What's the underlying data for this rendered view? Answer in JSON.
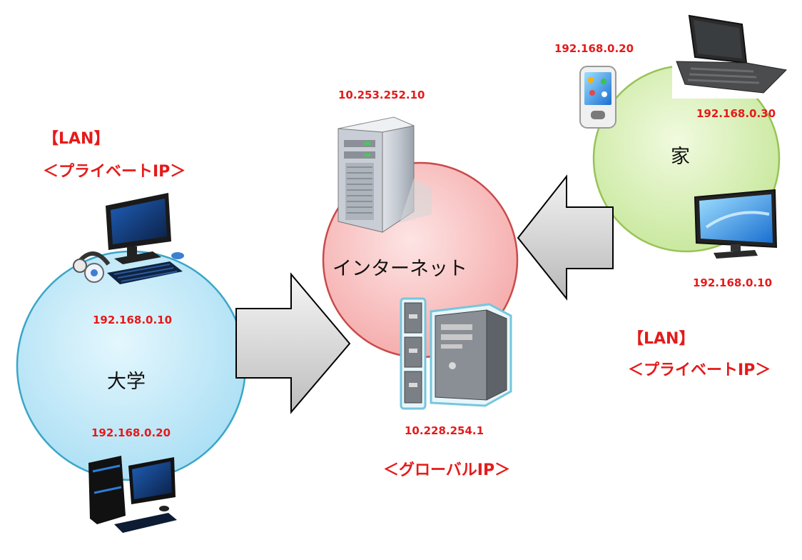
{
  "nodes": {
    "university": {
      "label": "大学",
      "color": "#c5ecfa"
    },
    "internet": {
      "label": "インターネット",
      "color": "#fbc9c9"
    },
    "home": {
      "label": "家",
      "color": "#d9f0b3"
    }
  },
  "university": {
    "lan_label": "【LAN】",
    "ip_type_label": "＜プライベートIP＞",
    "pc1_ip": "192.168.0.10",
    "pc2_ip": "192.168.0.20"
  },
  "internet": {
    "server_ip": "10.253.252.10",
    "router_ip": "10.228.254.1",
    "ip_type_label": "＜グローバルIP＞"
  },
  "home": {
    "phone_ip": "192.168.0.20",
    "laptop_ip": "192.168.0.30",
    "monitor_ip": "192.168.0.10",
    "lan_label": "【LAN】",
    "ip_type_label": "＜プライベートIP＞"
  },
  "colors": {
    "accent": "#e51a1a"
  }
}
